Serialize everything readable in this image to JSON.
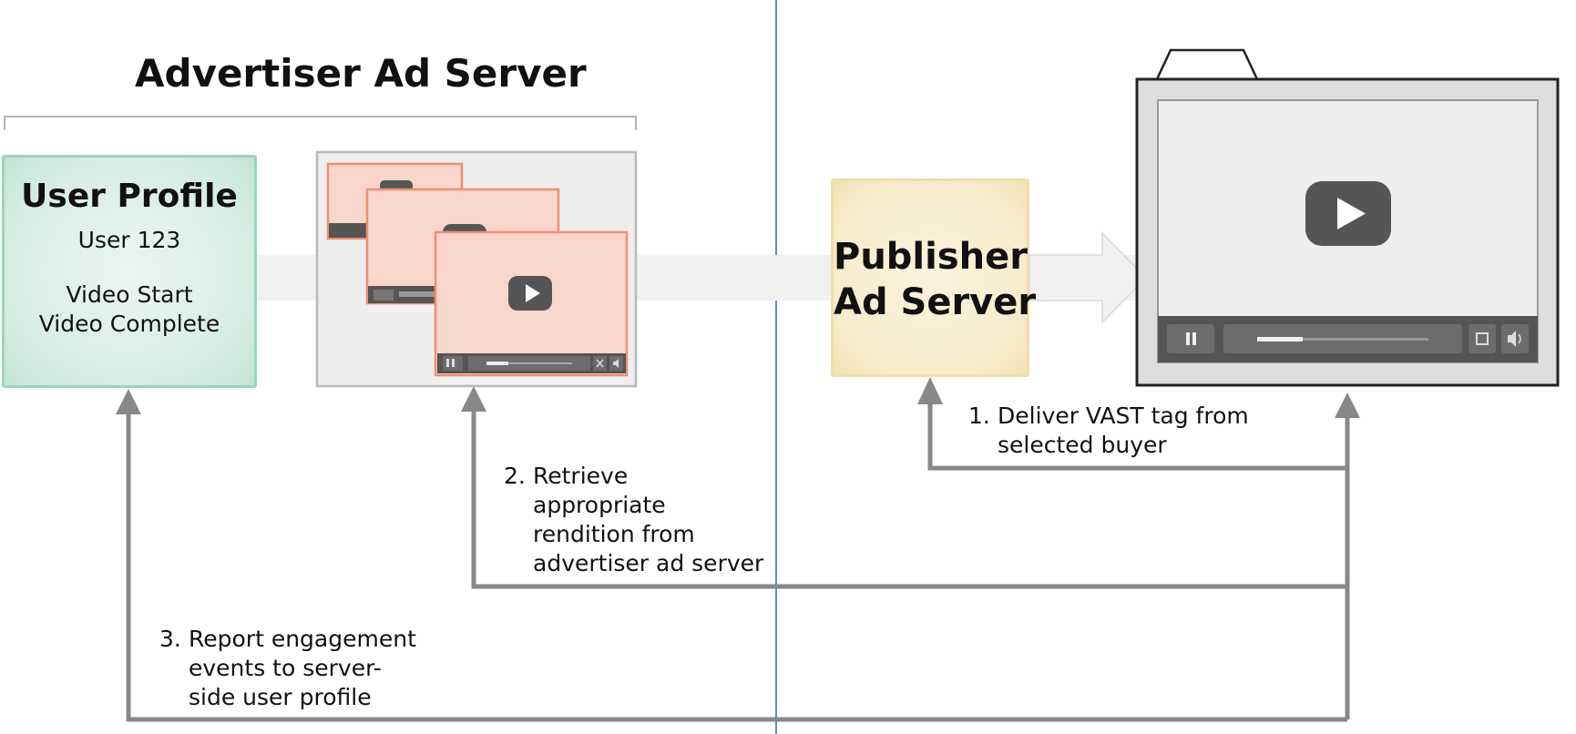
{
  "advertiser_section": {
    "title": "Advertiser Ad Server"
  },
  "user_profile": {
    "title": "User Profile",
    "user": "User 123",
    "events": [
      "Video Start",
      "Video Complete"
    ]
  },
  "publisher": {
    "title_line1": "Publisher",
    "title_line2": "Ad Server"
  },
  "steps": [
    {
      "number": "1.",
      "lines": [
        "Deliver VAST tag from",
        "selected buyer"
      ]
    },
    {
      "number": "2.",
      "lines": [
        "Retrieve",
        "appropriate",
        "rendition from",
        "advertiser ad server"
      ]
    },
    {
      "number": "3.",
      "lines": [
        "Report engagement",
        "events to server-",
        "side user profile"
      ]
    }
  ],
  "colors": {
    "user_profile_fill": "#d6ede4",
    "user_profile_border": "#9ed4bd",
    "publisher_fill": "#f7ebc9",
    "publisher_border": "#efdfa8",
    "ad_rendition_fill": "#f9d6cb",
    "ad_rendition_border": "#ef8f73",
    "connector_gray": "#888888",
    "divider_blue": "#5b8dc9"
  },
  "icons": [
    "play-icon",
    "pause-icon",
    "fullscreen-icon",
    "volume-icon",
    "close-icon"
  ]
}
